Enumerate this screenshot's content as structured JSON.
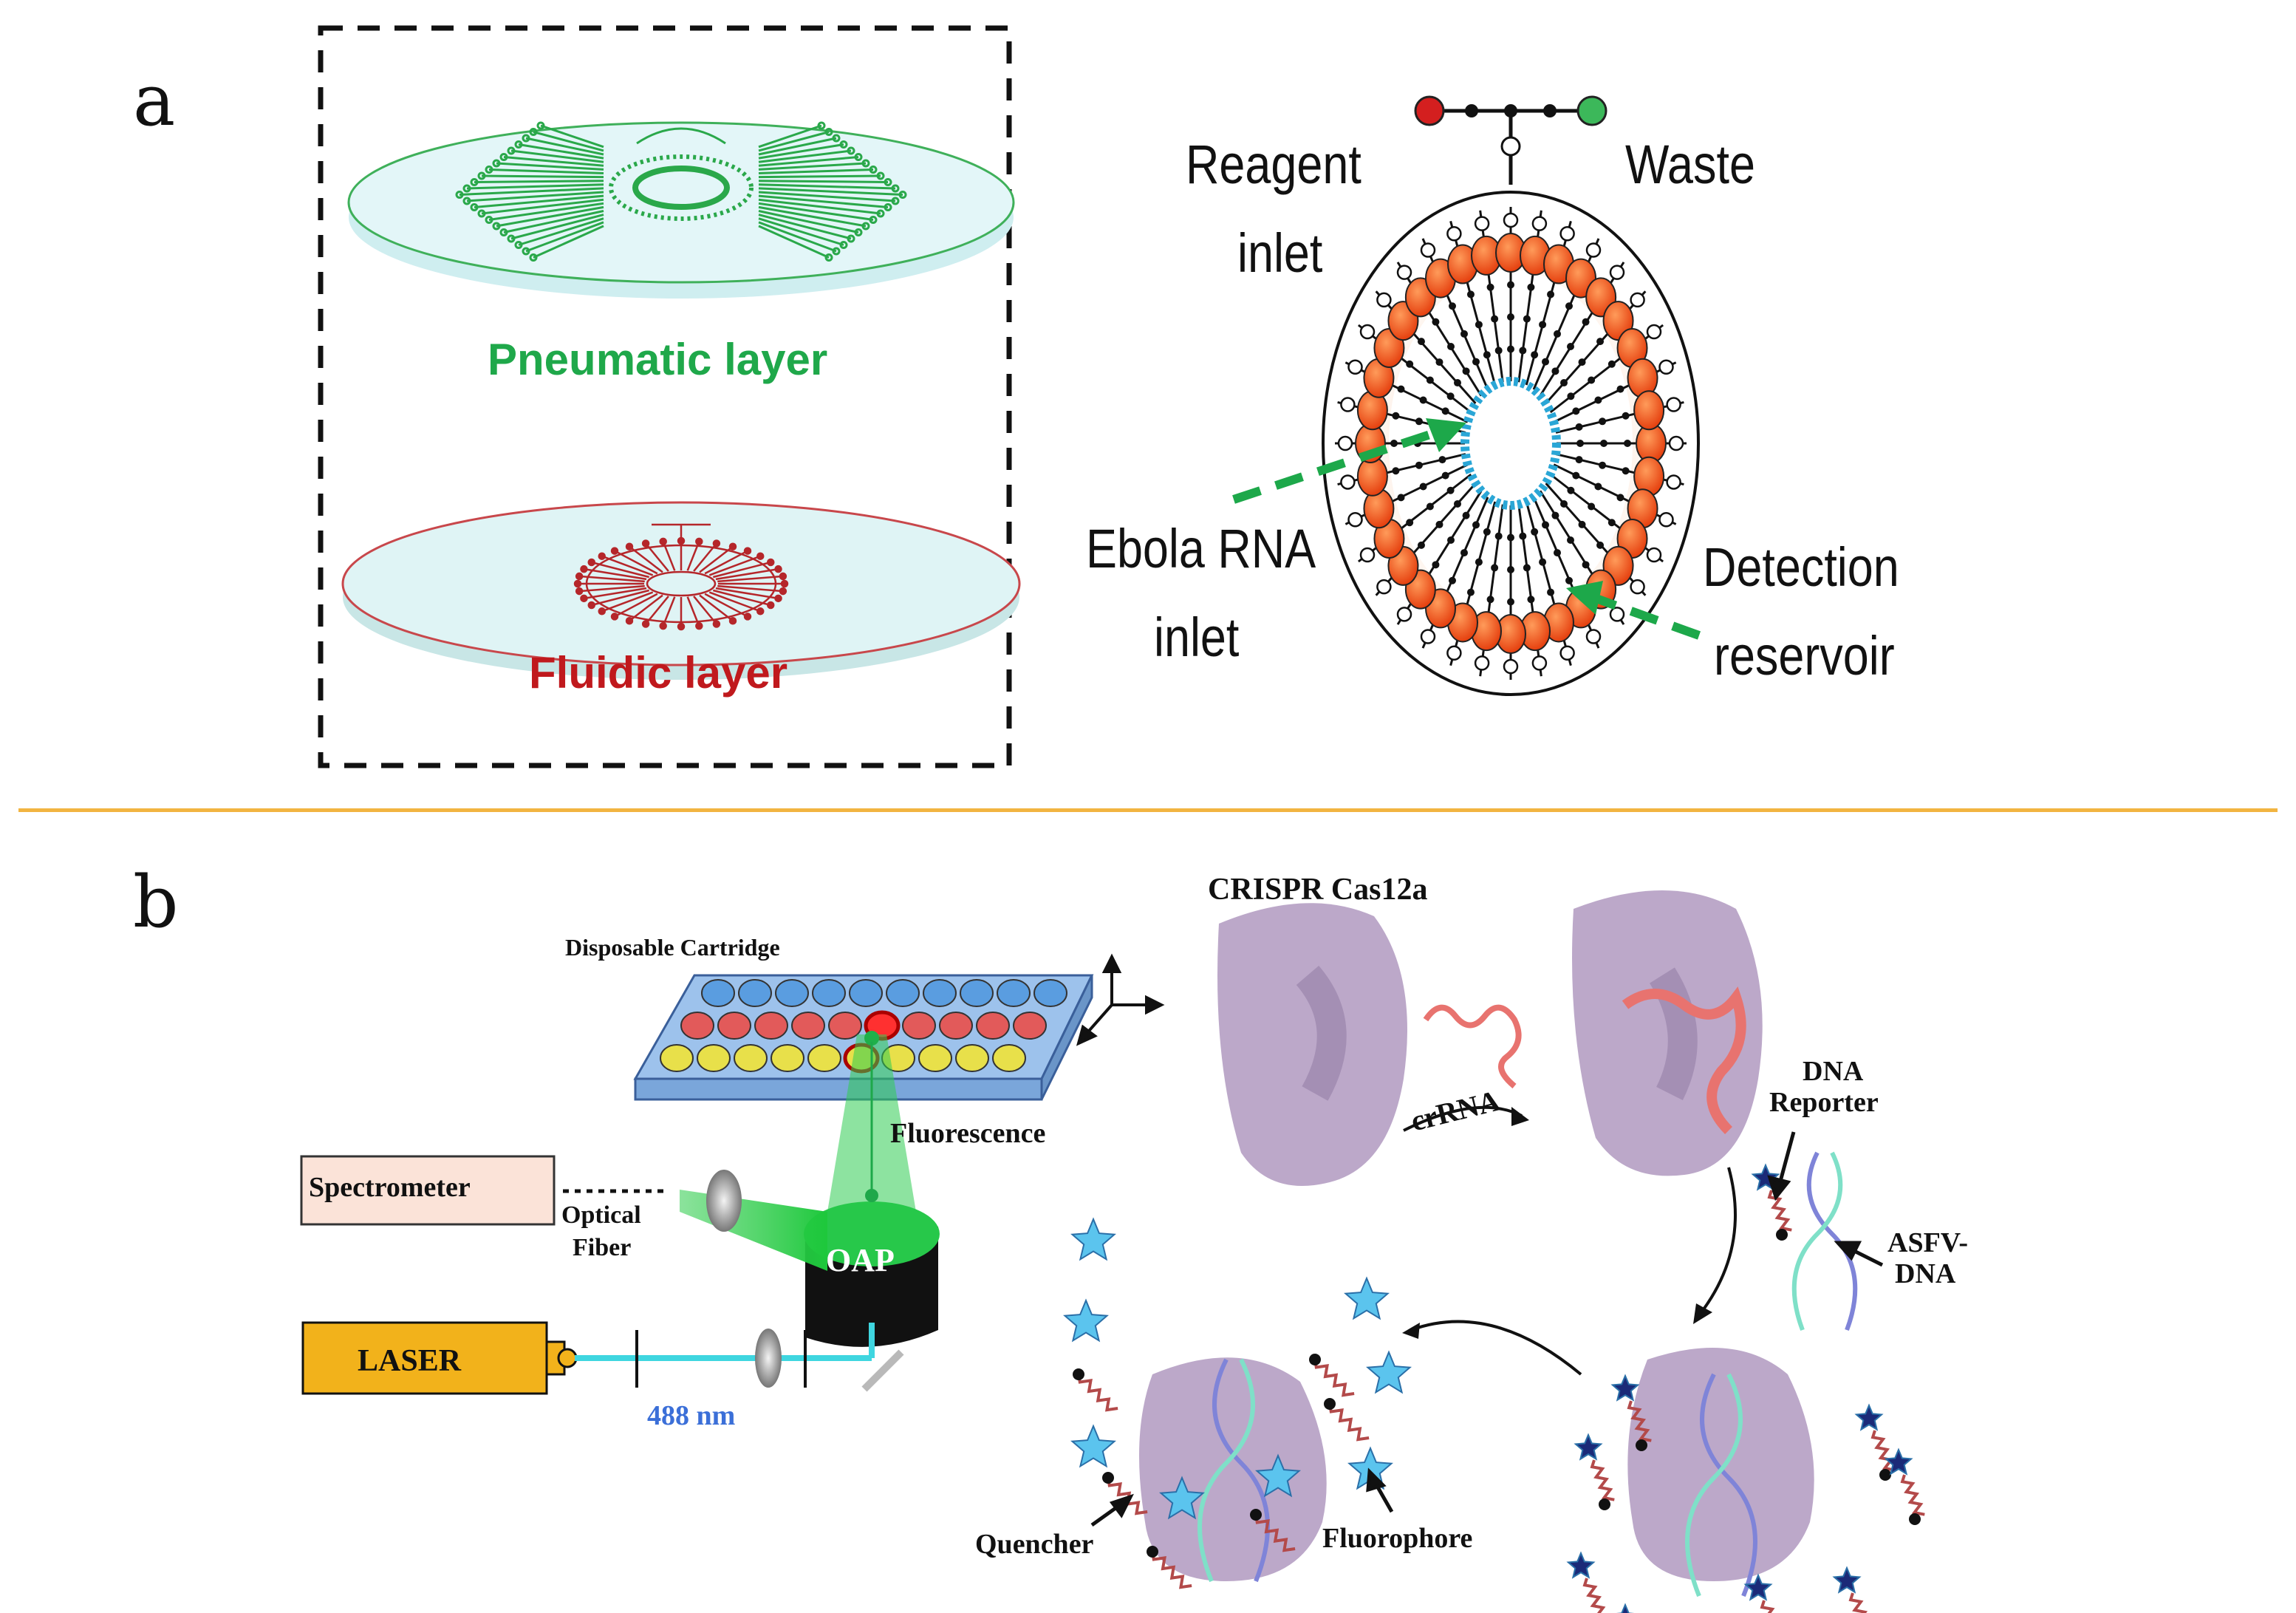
{
  "panel_a": {
    "letter": "a",
    "pneumatic_label": "Pneumatic layer",
    "fluidic_label": "Fluidic layer",
    "reagent_label_line1": "Reagent",
    "reagent_label_line2": "inlet",
    "waste_label": "Waste",
    "ebola_label_line1": "Ebola RNA",
    "ebola_label_line2": "inlet",
    "detection_label_line1": "Detection",
    "detection_label_line2": "reservoir",
    "colors": {
      "pneumatic": "#1fa84a",
      "fluidic": "#c0191d",
      "reservoir": "#f05a1e",
      "inner_ring": "#2aa6d6",
      "arrow": "#1da84a"
    }
  },
  "panel_b": {
    "letter": "b",
    "cartridge_label": "Disposable Cartridge",
    "fluorescence_label": "Fluorescence",
    "spectrometer_label": "Spectrometer",
    "optical_fiber_line1": "Optical",
    "optical_fiber_line2": "Fiber",
    "oap_label": "OAP",
    "laser_label": "LASER",
    "wavelength_label": "488 nm",
    "cas_title": "CRISPR Cas12a",
    "crrna_label": "crRNA",
    "dna_reporter_line1": "DNA",
    "dna_reporter_line2": "Reporter",
    "asfv_line1": "ASFV-",
    "asfv_line2": "DNA",
    "quencher_label": "Quencher",
    "fluorophore_label": "Fluorophore",
    "colors": {
      "laser": "#f2b21b",
      "beam": "#3fd6e0",
      "wavelength_text": "#3b6fd8",
      "protein": "#b8a3c6",
      "star_light": "#5bc4ee",
      "star_dark": "#1b2a78",
      "divider": "#f2b441"
    }
  }
}
